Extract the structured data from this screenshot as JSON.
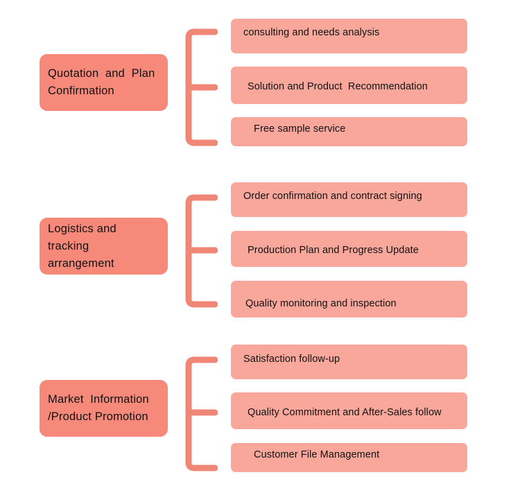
{
  "colors": {
    "main_box": "#f6897a",
    "sub_box": "#f9a79a",
    "bracket": "#f08776",
    "text": "#111111"
  },
  "groups": [
    {
      "title_line1": "Quotation  and  Plan",
      "title_line2": "Confirmation",
      "items": [
        "consulting and needs analysis",
        "Solution and Product  Recommendation",
        "Free sample service"
      ]
    },
    {
      "title_line1": "Logistics and tracking",
      "title_line2": "arrangement",
      "items": [
        "Order confirmation and contract signing",
        "Production Plan and Progress Update",
        "Quality monitoring and inspection"
      ]
    },
    {
      "title_line1": "Market  Information",
      "title_line2": "/Product Promotion",
      "items": [
        "Satisfaction follow-up",
        "Quality Commitment and After-Sales follow",
        "Customer File Management"
      ]
    }
  ]
}
